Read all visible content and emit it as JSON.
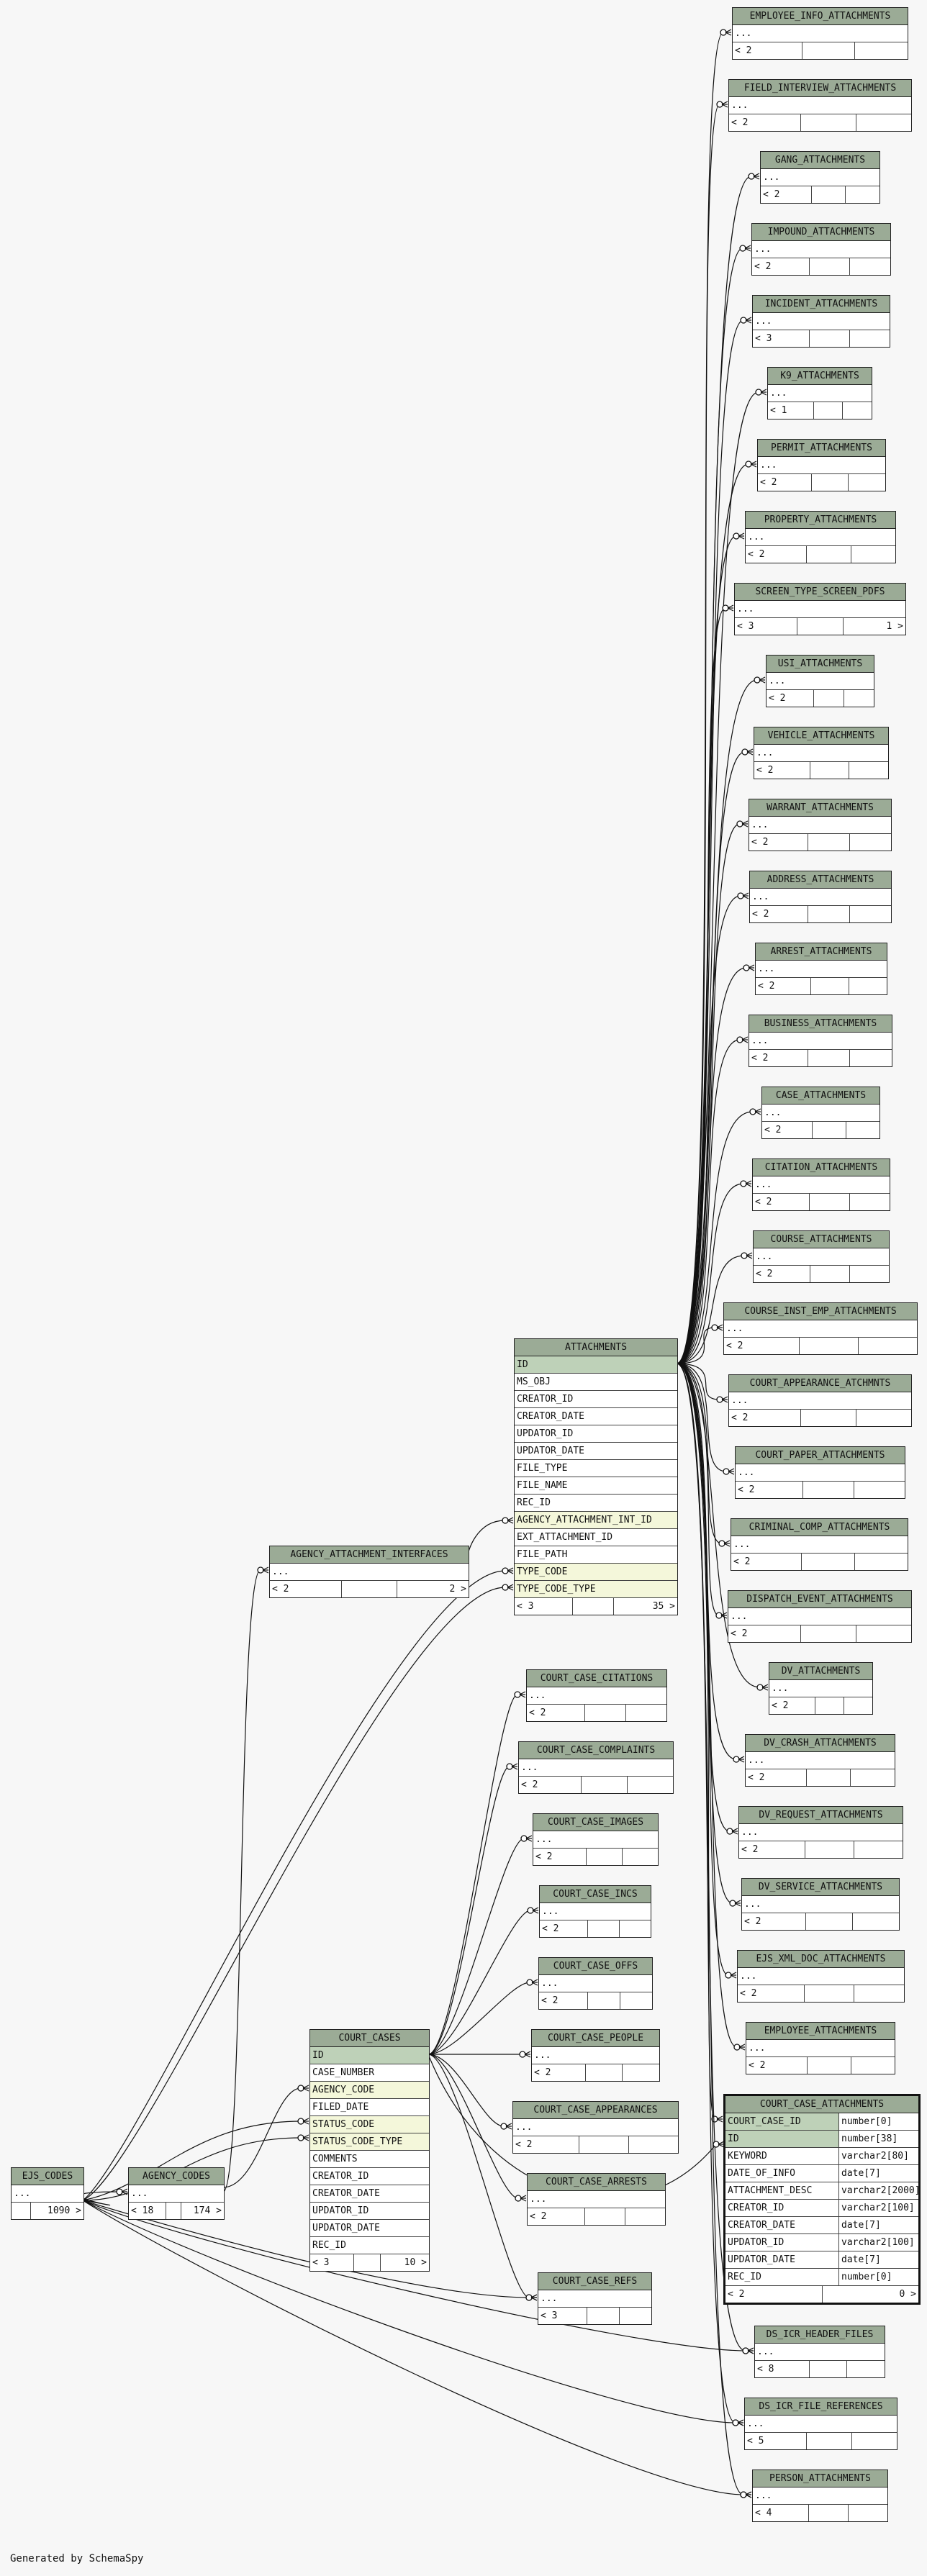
{
  "footer": "Generated by SchemaSpy",
  "tables": {
    "employee_info_attachments": {
      "name": "EMPLOYEE_INFO_ATTACHMENTS",
      "rows": [
        "..."
      ],
      "footer": [
        "< 2",
        "",
        ""
      ]
    },
    "field_interview_attachments": {
      "name": "FIELD_INTERVIEW_ATTACHMENTS",
      "rows": [
        "..."
      ],
      "footer": [
        "< 2",
        "",
        ""
      ]
    },
    "gang_attachments": {
      "name": "GANG_ATTACHMENTS",
      "rows": [
        "..."
      ],
      "footer": [
        "< 2",
        "",
        ""
      ]
    },
    "impound_attachments": {
      "name": "IMPOUND_ATTACHMENTS",
      "rows": [
        "..."
      ],
      "footer": [
        "< 2",
        "",
        ""
      ]
    },
    "incident_attachments": {
      "name": "INCIDENT_ATTACHMENTS",
      "rows": [
        "..."
      ],
      "footer": [
        "< 3",
        "",
        ""
      ]
    },
    "k9_attachments": {
      "name": "K9_ATTACHMENTS",
      "rows": [
        "..."
      ],
      "footer": [
        "< 1",
        "",
        ""
      ]
    },
    "permit_attachments": {
      "name": "PERMIT_ATTACHMENTS",
      "rows": [
        "..."
      ],
      "footer": [
        "< 2",
        "",
        ""
      ]
    },
    "property_attachments": {
      "name": "PROPERTY_ATTACHMENTS",
      "rows": [
        "..."
      ],
      "footer": [
        "< 2",
        "",
        ""
      ]
    },
    "screen_type_screen_pdfs": {
      "name": "SCREEN_TYPE_SCREEN_PDFS",
      "rows": [
        "..."
      ],
      "footer": [
        "< 3",
        "",
        "1 >"
      ]
    },
    "usi_attachments": {
      "name": "USI_ATTACHMENTS",
      "rows": [
        "..."
      ],
      "footer": [
        "< 2",
        "",
        ""
      ]
    },
    "vehicle_attachments": {
      "name": "VEHICLE_ATTACHMENTS",
      "rows": [
        "..."
      ],
      "footer": [
        "< 2",
        "",
        ""
      ]
    },
    "warrant_attachments": {
      "name": "WARRANT_ATTACHMENTS",
      "rows": [
        "..."
      ],
      "footer": [
        "< 2",
        "",
        ""
      ]
    },
    "address_attachments": {
      "name": "ADDRESS_ATTACHMENTS",
      "rows": [
        "..."
      ],
      "footer": [
        "< 2",
        "",
        ""
      ]
    },
    "arrest_attachments": {
      "name": "ARREST_ATTACHMENTS",
      "rows": [
        "..."
      ],
      "footer": [
        "< 2",
        "",
        ""
      ]
    },
    "business_attachments": {
      "name": "BUSINESS_ATTACHMENTS",
      "rows": [
        "..."
      ],
      "footer": [
        "< 2",
        "",
        ""
      ]
    },
    "case_attachments": {
      "name": "CASE_ATTACHMENTS",
      "rows": [
        "..."
      ],
      "footer": [
        "< 2",
        "",
        ""
      ]
    },
    "citation_attachments": {
      "name": "CITATION_ATTACHMENTS",
      "rows": [
        "..."
      ],
      "footer": [
        "< 2",
        "",
        ""
      ]
    },
    "course_attachments": {
      "name": "COURSE_ATTACHMENTS",
      "rows": [
        "..."
      ],
      "footer": [
        "< 2",
        "",
        ""
      ]
    },
    "course_inst_emp_attachments": {
      "name": "COURSE_INST_EMP_ATTACHMENTS",
      "rows": [
        "..."
      ],
      "footer": [
        "< 2",
        "",
        ""
      ]
    },
    "court_appearance_atchmnts": {
      "name": "COURT_APPEARANCE_ATCHMNTS",
      "rows": [
        "..."
      ],
      "footer": [
        "< 2",
        "",
        ""
      ]
    },
    "court_paper_attachments": {
      "name": "COURT_PAPER_ATTACHMENTS",
      "rows": [
        "..."
      ],
      "footer": [
        "< 2",
        "",
        ""
      ]
    },
    "criminal_comp_attachments": {
      "name": "CRIMINAL_COMP_ATTACHMENTS",
      "rows": [
        "..."
      ],
      "footer": [
        "< 2",
        "",
        ""
      ]
    },
    "dispatch_event_attachments": {
      "name": "DISPATCH_EVENT_ATTACHMENTS",
      "rows": [
        "..."
      ],
      "footer": [
        "< 2",
        "",
        ""
      ]
    },
    "dv_attachments": {
      "name": "DV_ATTACHMENTS",
      "rows": [
        "..."
      ],
      "footer": [
        "< 2",
        "",
        ""
      ]
    },
    "dv_crash_attachments": {
      "name": "DV_CRASH_ATTACHMENTS",
      "rows": [
        "..."
      ],
      "footer": [
        "< 2",
        "",
        ""
      ]
    },
    "dv_request_attachments": {
      "name": "DV_REQUEST_ATTACHMENTS",
      "rows": [
        "..."
      ],
      "footer": [
        "< 2",
        "",
        ""
      ]
    },
    "dv_service_attachments": {
      "name": "DV_SERVICE_ATTACHMENTS",
      "rows": [
        "..."
      ],
      "footer": [
        "< 2",
        "",
        ""
      ]
    },
    "ejs_xml_doc_attachments": {
      "name": "EJS_XML_DOC_ATTACHMENTS",
      "rows": [
        "..."
      ],
      "footer": [
        "< 2",
        "",
        ""
      ]
    },
    "employee_attachments": {
      "name": "EMPLOYEE_ATTACHMENTS",
      "rows": [
        "..."
      ],
      "footer": [
        "< 2",
        "",
        ""
      ]
    },
    "attachments": {
      "name": "ATTACHMENTS",
      "rows": [
        "ID",
        "MS_OBJ",
        "CREATOR_ID",
        "CREATOR_DATE",
        "UPDATOR_ID",
        "UPDATOR_DATE",
        "FILE_TYPE",
        "FILE_NAME",
        "REC_ID",
        "AGENCY_ATTACHMENT_INT_ID",
        "EXT_ATTACHMENT_ID",
        "FILE_PATH",
        "TYPE_CODE",
        "TYPE_CODE_TYPE"
      ],
      "footer": [
        "< 3",
        "",
        "35 >"
      ]
    },
    "agency_attachment_interfaces": {
      "name": "AGENCY_ATTACHMENT_INTERFACES",
      "rows": [
        "..."
      ],
      "footer": [
        "< 2",
        "",
        "2 >"
      ]
    },
    "court_case_citations": {
      "name": "COURT_CASE_CITATIONS",
      "rows": [
        "..."
      ],
      "footer": [
        "< 2",
        "",
        ""
      ]
    },
    "court_case_complaints": {
      "name": "COURT_CASE_COMPLAINTS",
      "rows": [
        "..."
      ],
      "footer": [
        "< 2",
        "",
        ""
      ]
    },
    "court_case_images": {
      "name": "COURT_CASE_IMAGES",
      "rows": [
        "..."
      ],
      "footer": [
        "< 2",
        "",
        ""
      ]
    },
    "court_case_incs": {
      "name": "COURT_CASE_INCS",
      "rows": [
        "..."
      ],
      "footer": [
        "< 2",
        "",
        ""
      ]
    },
    "court_case_offs": {
      "name": "COURT_CASE_OFFS",
      "rows": [
        "..."
      ],
      "footer": [
        "< 2",
        "",
        ""
      ]
    },
    "court_case_people": {
      "name": "COURT_CASE_PEOPLE",
      "rows": [
        "..."
      ],
      "footer": [
        "< 2",
        "",
        ""
      ]
    },
    "court_case_appearances": {
      "name": "COURT_CASE_APPEARANCES",
      "rows": [
        "..."
      ],
      "footer": [
        "< 2",
        "",
        ""
      ]
    },
    "court_case_arrests": {
      "name": "COURT_CASE_ARRESTS",
      "rows": [
        "..."
      ],
      "footer": [
        "< 2",
        "",
        ""
      ]
    },
    "court_case_refs": {
      "name": "COURT_CASE_REFS",
      "rows": [
        "..."
      ],
      "footer": [
        "< 3",
        "",
        ""
      ]
    },
    "court_cases": {
      "name": "COURT_CASES",
      "rows": [
        "ID",
        "CASE_NUMBER",
        "AGENCY_CODE",
        "FILED_DATE",
        "STATUS_CODE",
        "STATUS_CODE_TYPE",
        "COMMENTS",
        "CREATOR_ID",
        "CREATOR_DATE",
        "UPDATOR_ID",
        "UPDATOR_DATE",
        "REC_ID"
      ],
      "footer": [
        "< 3",
        "",
        "10 >"
      ]
    },
    "ejs_codes": {
      "name": "EJS_CODES",
      "rows": [
        "..."
      ],
      "footer": [
        "",
        "1090 >"
      ]
    },
    "agency_codes": {
      "name": "AGENCY_CODES",
      "rows": [
        "..."
      ],
      "footer": [
        "< 18",
        "",
        "174 >"
      ]
    },
    "court_case_attachments": {
      "name": "COURT_CASE_ATTACHMENTS",
      "columns": [
        {
          "name": "COURT_CASE_ID",
          "type": "number[0]"
        },
        {
          "name": "ID",
          "type": "number[38]"
        },
        {
          "name": "KEYWORD",
          "type": "varchar2[80]"
        },
        {
          "name": "DATE_OF_INFO",
          "type": "date[7]"
        },
        {
          "name": "ATTACHMENT_DESC",
          "type": "varchar2[2000]"
        },
        {
          "name": "CREATOR_ID",
          "type": "varchar2[100]"
        },
        {
          "name": "CREATOR_DATE",
          "type": "date[7]"
        },
        {
          "name": "UPDATOR_ID",
          "type": "varchar2[100]"
        },
        {
          "name": "UPDATOR_DATE",
          "type": "date[7]"
        },
        {
          "name": "REC_ID",
          "type": "number[0]"
        }
      ],
      "footer": [
        "< 2",
        "0 >"
      ]
    },
    "ds_icr_header_files": {
      "name": "DS_ICR_HEADER_FILES",
      "rows": [
        "..."
      ],
      "footer": [
        "< 8",
        "",
        ""
      ]
    },
    "ds_icr_file_references": {
      "name": "DS_ICR_FILE_REFERENCES",
      "rows": [
        "..."
      ],
      "footer": [
        "< 5",
        "",
        ""
      ]
    },
    "person_attachments": {
      "name": "PERSON_ATTACHMENTS",
      "rows": [
        "..."
      ],
      "footer": [
        "< 4",
        "",
        ""
      ]
    }
  }
}
